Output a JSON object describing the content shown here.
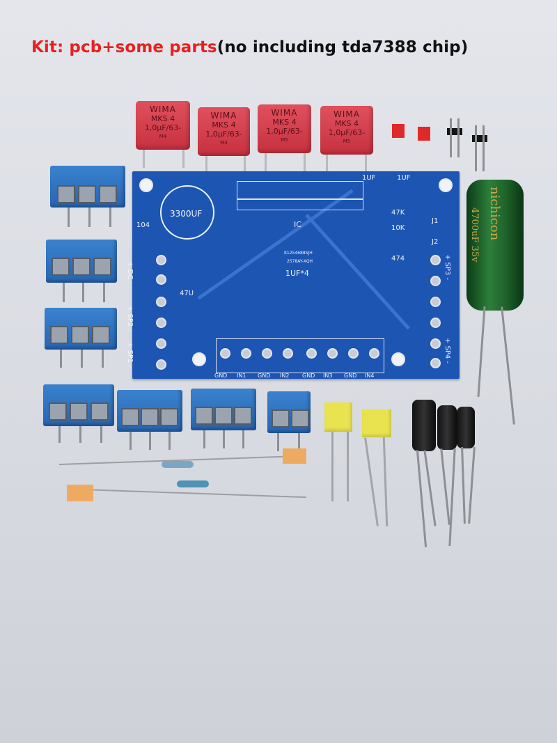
{
  "caption": {
    "highlight": "Kit: pcb+some parts",
    "rest": "(no including tda7388 chip)"
  },
  "wima_caps": [
    {
      "brand": "WIMA",
      "series": "MKS 4",
      "value": "1,0µF/63-",
      "code": "M4"
    },
    {
      "brand": "WIMA",
      "series": "MKS 4",
      "value": "1,0µF/63-",
      "code": "M4"
    },
    {
      "brand": "WIMA",
      "series": "MKS 4",
      "value": "1,0µF/63-",
      "code": "M5"
    },
    {
      "brand": "WIMA",
      "series": "MKS 4",
      "value": "1,0µF/63-",
      "code": "M5"
    }
  ],
  "pcb": {
    "main_cap": "3300UF",
    "ic": "IC",
    "cap_104": "104",
    "cap_47u": "47U",
    "cap_1uf_a": "1UF",
    "cap_1uf_b": "1UF",
    "res_47k": "47K",
    "res_10k": "10K",
    "j1": "J1",
    "j2": "J2",
    "cap_474": "474",
    "caps_1uf4": "1UF*4",
    "board_id": "K1254688SJH",
    "board_code": "2578AY-XQH",
    "dc": "+ DC -",
    "sp2": "+ SP2 -",
    "sp1": "+ SP1 -",
    "sp3": "+ SP3 -",
    "sp4": "+ SP4 -",
    "inputs": [
      "GND",
      "IN1",
      "GND",
      "IN2",
      "GND",
      "IN3",
      "GND",
      "IN4"
    ]
  },
  "big_cap": {
    "brand": "nichicon",
    "rating": "4700uF 35v"
  },
  "colors": {
    "caption_highlight": "#e8211f",
    "pcb": "#1d55b3",
    "terminal": "#2f74c2",
    "wima": "#d43a48"
  }
}
